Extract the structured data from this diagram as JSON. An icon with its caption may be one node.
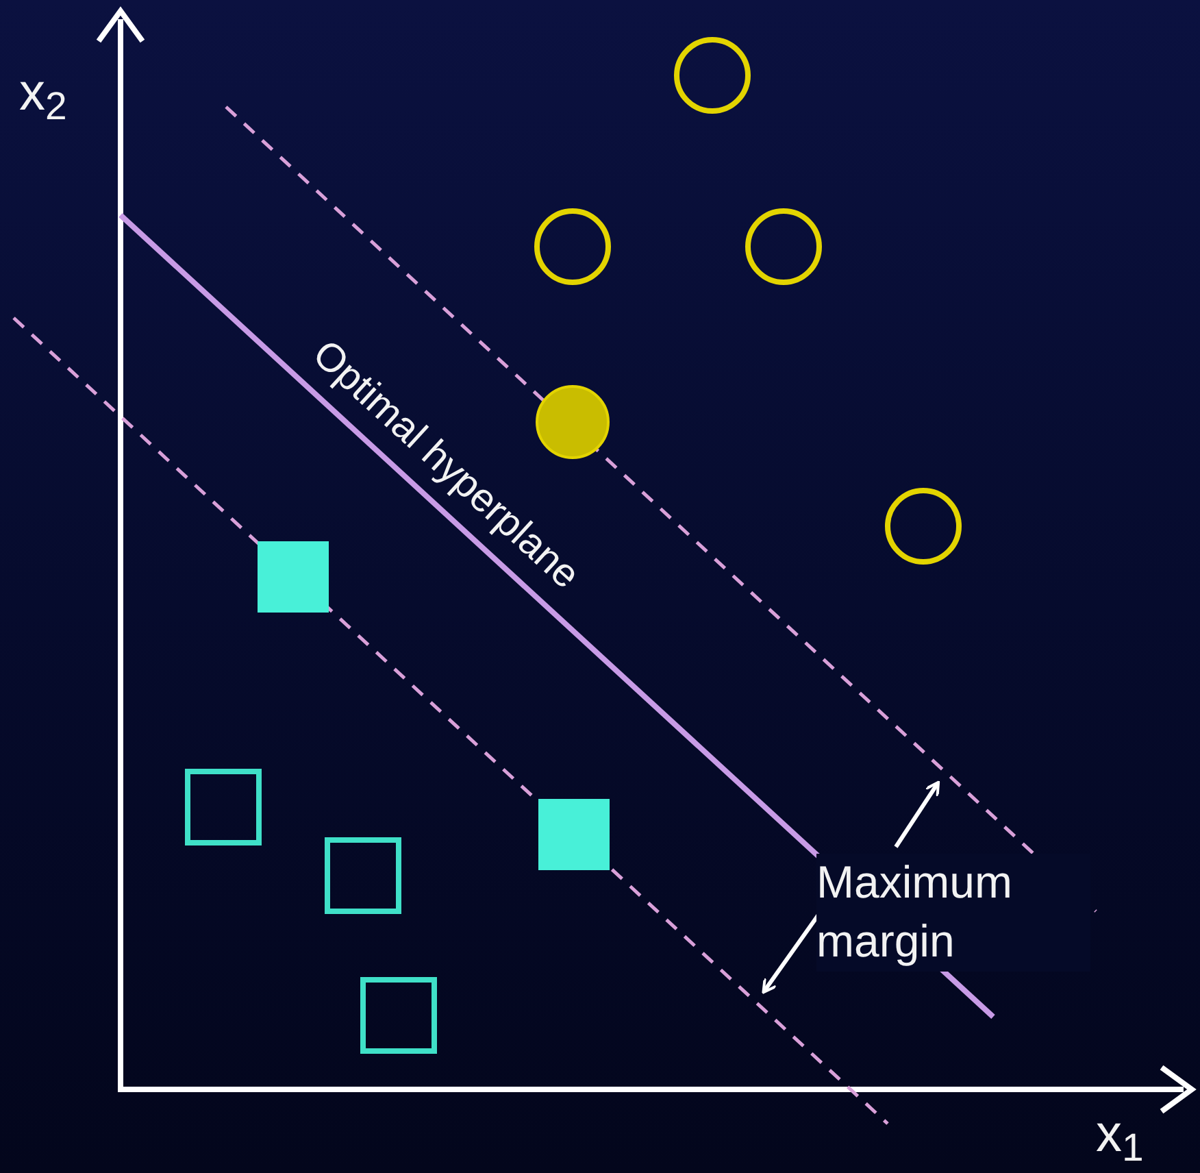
{
  "diagram": {
    "nodes": [
      {
        "text": [
          "Maximum margin"
        ]
      },
      {
        "text": [],
        "shape": "line"
      },
      {
        "text": [],
        "shape": "line"
      }
    ],
    "edges": [
      {
        "from": 0,
        "to": 1,
        "arrow": "to"
      },
      {
        "from": 0,
        "to": 2,
        "arrow": "to"
      }
    ],
    "labels": [
      "x$_{2}$",
      "Optimal hyperplane",
      "x$_{1}$"
    ]
  }
}
